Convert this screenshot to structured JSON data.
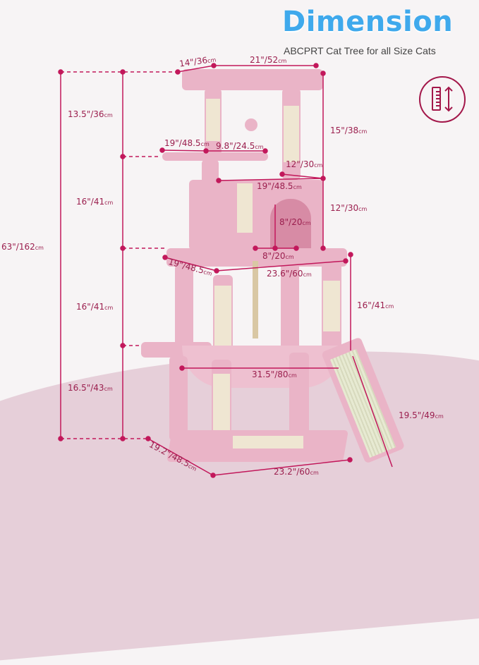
{
  "header": {
    "title": "Dimension",
    "subtitle": "ABCPRT Cat Tree for all Size Cats"
  },
  "icon": {
    "name": "ruler-height-icon",
    "color": "#a3174a"
  },
  "colors": {
    "title": "#3fa9ec",
    "measure": "#c2185b",
    "label": "#9b1f4e",
    "product": "#eab4c7",
    "floor": "#e6cfd9"
  },
  "measurements": {
    "total_height": "63\"/162",
    "height_top": "13.5\"/36",
    "height_mid": "16\"/41",
    "height_lower": "16\"/41",
    "height_bottom": "16.5\"/43",
    "top_perch_depth": "14\"/36",
    "top_perch_width": "21\"/52",
    "top_post_height": "15\"/38",
    "small_platform_depth": "19\"/48.5",
    "small_platform_width": "9.8\"/24.5",
    "condo_depth_offset": "12\"/30",
    "condo_width": "19\"/48.5",
    "condo_height": "12\"/30",
    "door_height": "8\"/20",
    "door_width": "8\"/20",
    "mid_platform_depth": "19\"/48.5",
    "mid_platform_width": "23.6\"/60",
    "mid_post_height": "16\"/41",
    "hammock_width": "31.5\"/80",
    "ramp_length": "19.5\"/49",
    "base_depth": "19.2\"/48.5",
    "base_width": "23.2\"/60",
    "unit": "cm"
  }
}
